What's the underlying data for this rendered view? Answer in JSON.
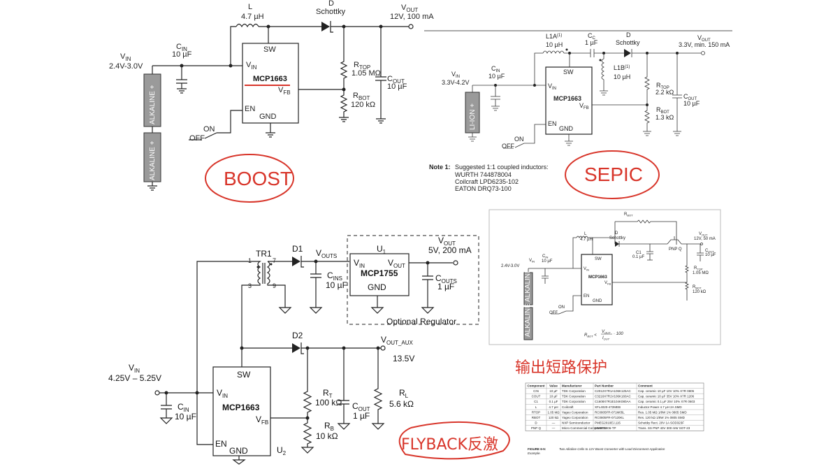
{
  "boost": {
    "l": "L",
    "l_val": "4.7 µH",
    "d": "D",
    "d_type": "Schottky",
    "vout": "V",
    "vout_sub": "OUT",
    "vout_spec": "12V, 100 mA",
    "vin": "V",
    "vin_sub": "IN",
    "vin_range": "2.4V-3.0V",
    "cin": "C",
    "cin_sub": "IN",
    "cin_val": "10 µF",
    "ic_sw": "SW",
    "ic_vin": "V",
    "ic_vin_sub": "IN",
    "ic_name": "MCP1663",
    "ic_vfb": "V",
    "ic_vfb_sub": "FB",
    "ic_en": "EN",
    "ic_gnd": "GND",
    "rtop": "R",
    "rtop_sub": "TOP",
    "rtop_val": "1.05 MΩ",
    "rbot": "R",
    "rbot_sub": "BOT",
    "rbot_val": "120 kΩ",
    "cout": "C",
    "cout_sub": "OUT",
    "cout_val": "10 µF",
    "on": "ON",
    "off": "OFF",
    "batt1": "ALKALINE +",
    "batt2": "ALKALINE +",
    "annotation": "BOOST"
  },
  "sepic": {
    "l1a": "L1A",
    "l1a_sup": "(1)",
    "l1a_val": "10 µH",
    "cc": "C",
    "cc_sub": "C",
    "cc_val": "1 µF",
    "d": "D",
    "d_type": "Schottky",
    "vout": "V",
    "vout_sub": "OUT",
    "vout_spec": "3.3V, min. 150 mA",
    "l1b": "L1B",
    "l1b_sup": "(1)",
    "l1b_val": "10 µH",
    "vin": "V",
    "vin_sub": "IN",
    "vin_range": "3.3V-4.2V",
    "cin": "C",
    "cin_sub": "IN",
    "cin_val": "10 µF",
    "ic_sw": "SW",
    "ic_vin": "V",
    "ic_vin_sub": "IN",
    "ic_name": "MCP1663",
    "ic_vfb": "V",
    "ic_vfb_sub": "FB",
    "ic_en": "EN",
    "ic_gnd": "GND",
    "rtop": "R",
    "rtop_sub": "TOP",
    "rtop_val": "2.2 kΩ",
    "rbot": "R",
    "rbot_sub": "BOT",
    "rbot_val": "1.3 kΩ",
    "cout": "C",
    "cout_sub": "OUT",
    "cout_val": "10 µF",
    "on": "ON",
    "off": "OFF",
    "batt": "LI-ION +",
    "note_label": "Note 1:",
    "note_lines": [
      "Suggested 1:1 coupled inductors:",
      "WURTH 744878004",
      "Coilcraft LPD6235-102",
      "EATON DRQ73-100"
    ],
    "annotation": "SEPIC"
  },
  "flyback": {
    "tr": "TR1",
    "p1": "1",
    "p3": "3",
    "p7": "7",
    "p9": "9",
    "d1": "D1",
    "vouts": "V",
    "vouts_sub": "OUTS",
    "cins": "C",
    "cins_sub": "INS",
    "cins_val": "10 µF",
    "u1": "U",
    "u1_sub": "1",
    "reg_vin": "V",
    "reg_vin_sub": "IN",
    "reg_vout": "V",
    "reg_vout_sub": "OUT",
    "reg_name": "MCP1755",
    "reg_gnd": "GND",
    "vout": "V",
    "vout_sub": "OUT",
    "vout_spec": "5V, 200 mA",
    "couts": "C",
    "couts_sub": "OUTS",
    "couts_val": "1 µF",
    "opt_reg": "Optional Regulator",
    "d2": "D2",
    "vaux": "V",
    "vaux_sub": "OUT_AUX",
    "vaux_val": "13.5V",
    "vin": "V",
    "vin_sub": "IN",
    "vin_range": "4.25V – 5.25V",
    "cin": "C",
    "cin_sub": "IN",
    "cin_val": "10 µF",
    "ic_sw": "SW",
    "ic_vin": "V",
    "ic_vin_sub": "IN",
    "ic_name": "MCP1663",
    "ic_vfb": "V",
    "ic_vfb_sub": "FB",
    "ic_en": "EN",
    "ic_gnd": "GND",
    "u2": "U",
    "u2_sub": "2",
    "rt": "R",
    "rt_sub": "T",
    "rt_val": "100 kΩ",
    "rb": "R",
    "rb_sub": "B",
    "rb_val": "10 kΩ",
    "cout": "C",
    "cout_sub": "OUT",
    "cout_val": "1 µF",
    "rl": "R",
    "rl_sub": "L",
    "rl_val": "5.6 kΩ",
    "annotation": "FLYBACK反激"
  },
  "disconnect": {
    "rbot_top": "R",
    "rbot_top_sub": "BOT",
    "l": "L",
    "l_val": "4.7 µH",
    "d": "D",
    "d_type": "Schottky",
    "vout": "V",
    "vout_sub": "OUT",
    "vout_spec": "12V, 50 mA",
    "pnp": "PNP Q",
    "c1": "C1",
    "c1_val": "0.1 µF",
    "cout": "C",
    "cout_sub": "OUT",
    "cout_val": "10 µF",
    "vin": "V",
    "vin_sub": "IN",
    "vin_range": "2.4V-3.0V",
    "cin": "C",
    "cin_sub": "IN",
    "cin_val": "10 µF",
    "ic_sw": "SW",
    "ic_vin": "V",
    "ic_vin_sub": "IN",
    "ic_name": "MCP1663",
    "ic_vfb": "V",
    "ic_vfb_sub": "FB",
    "ic_en": "EN",
    "ic_gnd": "GND",
    "rtop": "R",
    "rtop_sub": "TOP",
    "rtop_val": "1.05 MΩ",
    "rbot": "R",
    "rbot_sub": "BOT",
    "rbot_val": "120 kΩ",
    "on": "ON",
    "off": "OFF",
    "batt1": "ALKALINE",
    "batt2": "ALKALINE",
    "formula_lhs": "R",
    "formula_lhs_sub": "BOT",
    "formula_num": "V",
    "formula_num_sub": "OUT",
    "formula_den": "I",
    "formula_den_sub": "OUT",
    "formula_rhs": "· 100",
    "annotation": "输出短路保护"
  },
  "bom": {
    "headers": [
      "Component",
      "Value",
      "Manufacturer",
      "Part Number",
      "Comment"
    ],
    "rows": [
      [
        "CIN",
        "10 µF",
        "TDK Corporation",
        "C2012X7R1A106K125AC",
        "Cap. ceramic 10 µF 10V 10% X7R 0805"
      ],
      [
        "COUT",
        "10 µF",
        "TDK Corporation",
        "C3216X7R1V106K160AC",
        "Cap. ceramic 10 µF 35V 10% X7R 1206"
      ],
      [
        "C1",
        "0.1 µF",
        "TDK Corporation",
        "C1608X7R1E104K080AA",
        "Cap. ceramic 0.1 µF 25V 10% X7R 0603"
      ],
      [
        "L",
        "4.7 µH",
        "Coilcraft",
        "XFL4020-472MEB",
        "Inductor Power 4.7 µH 2A SMD"
      ],
      [
        "RTOP",
        "1.05 MΩ",
        "Yageo Corporation",
        "RC0805FR-071M05L",
        "Res. 1.05 MΩ 1/8W 1% 0805 SMD"
      ],
      [
        "RBOT",
        "120 kΩ",
        "Yageo Corporation",
        "RC0805FR-07120KL",
        "Res. 120 kΩ 1/8W 1% 0805 SMD"
      ],
      [
        "D",
        "—",
        "NXP Semiconductor",
        "PMEG2010EJ,115",
        "Schottky Rect. 20V 1A SOD323F"
      ],
      [
        "PNP Q",
        "—",
        "Micro Commercial Components",
        "MMBT3906-TP",
        "Trans. SS PNP 40V 300 mW SOT-23"
      ]
    ],
    "caption_label": "FIGURE 6-5:",
    "caption_text": "Two Alkaline Cells to 12V Boost Converter with Load Disconnect Application",
    "caption_tail": "Example."
  }
}
